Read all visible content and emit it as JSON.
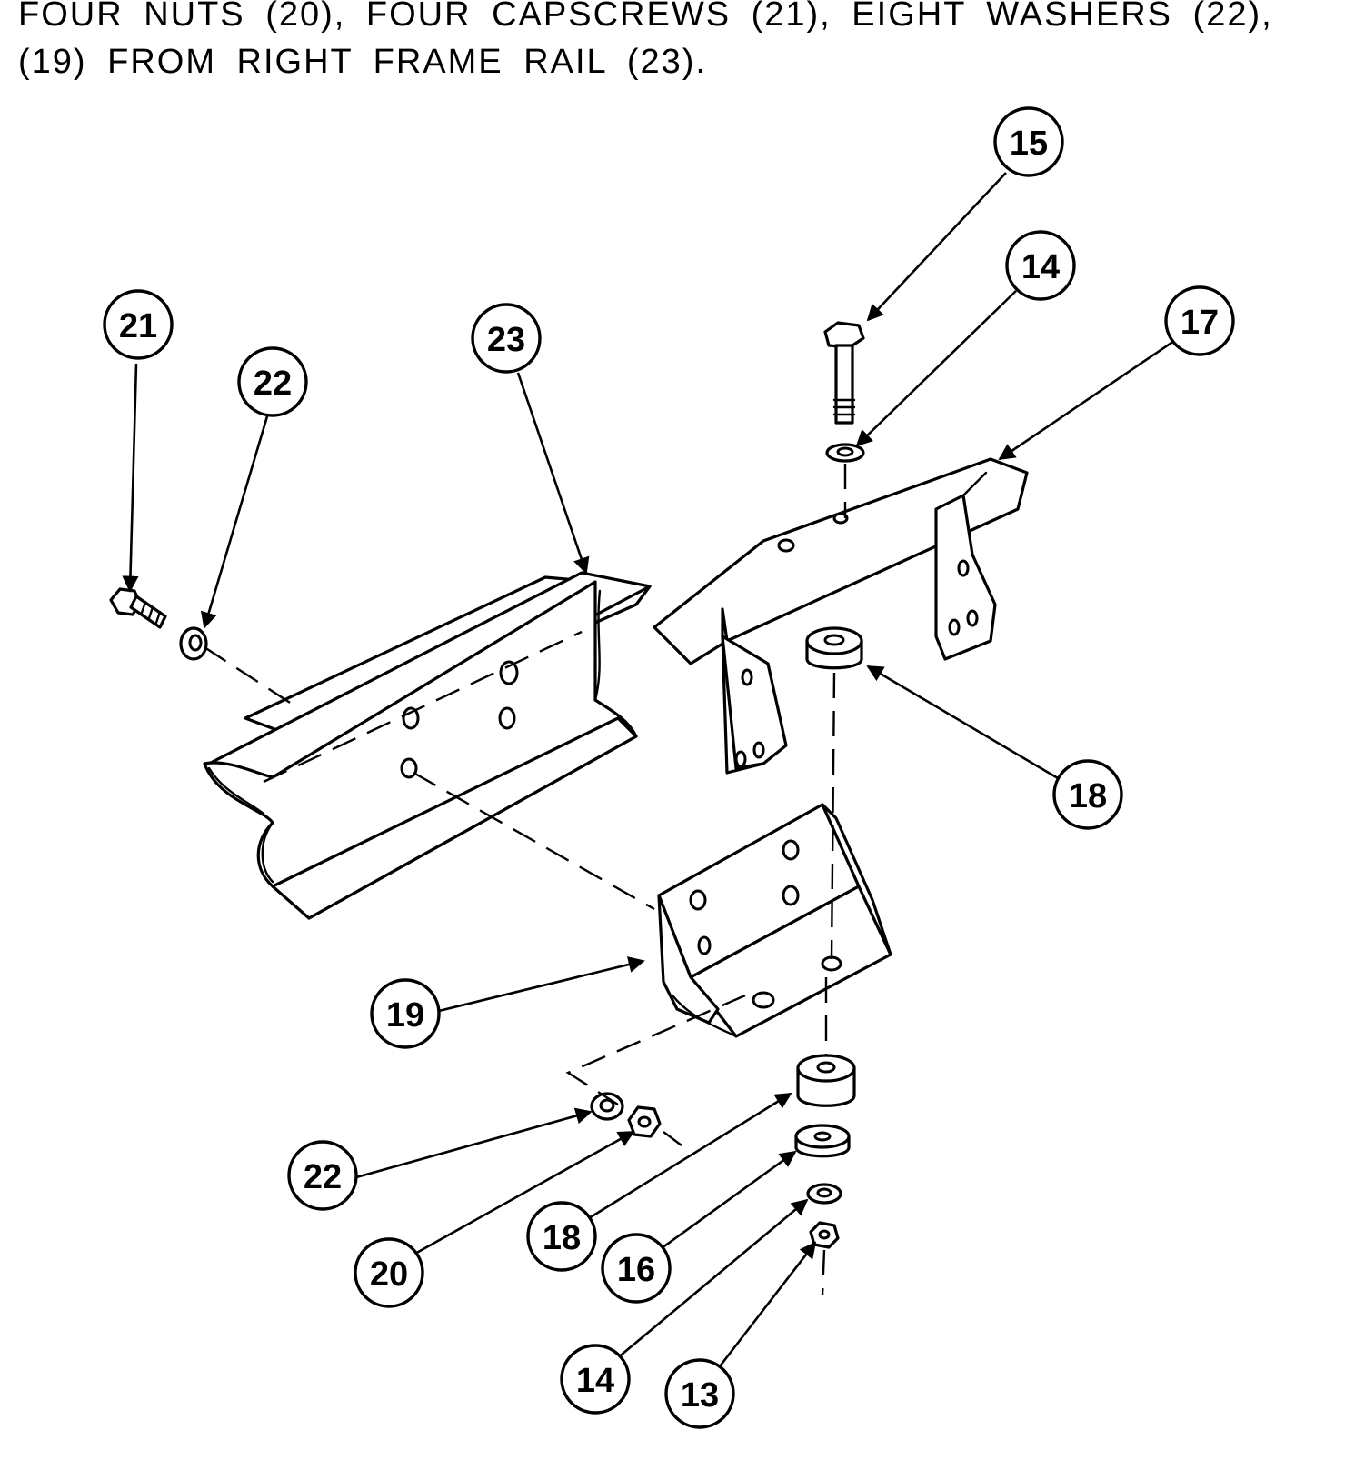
{
  "caption": {
    "line1": "FOUR NUTS (20), FOUR CAPSCREWS (21), EIGHT WASHERS (22),",
    "line2": "(19) FROM RIGHT FRAME RAIL (23)."
  },
  "callouts": {
    "c13": "13",
    "c14a": "14",
    "c14b": "14",
    "c15": "15",
    "c16": "16",
    "c17": "17",
    "c18a": "18",
    "c18b": "18",
    "c19": "19",
    "c20": "20",
    "c21": "21",
    "c22a": "22",
    "c22b": "22",
    "c23": "23"
  }
}
